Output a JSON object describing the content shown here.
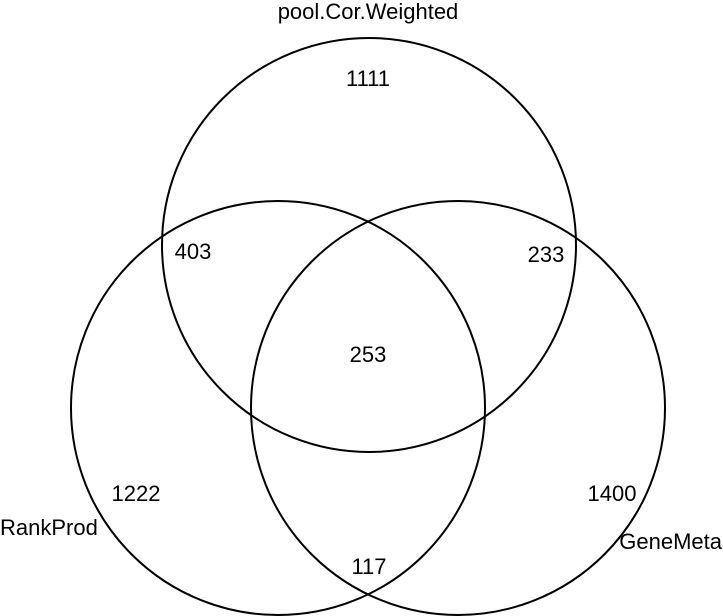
{
  "diagram": {
    "type": "venn-3",
    "sets": {
      "top": {
        "name": "pool.Cor.Weighted"
      },
      "left": {
        "name": "RankProd"
      },
      "right": {
        "name": "GeneMeta"
      }
    },
    "regions": {
      "top_only": "1111",
      "left_only": "1222",
      "right_only": "1400",
      "top_left": "403",
      "top_right": "233",
      "left_right": "117",
      "all_three": "253"
    }
  }
}
